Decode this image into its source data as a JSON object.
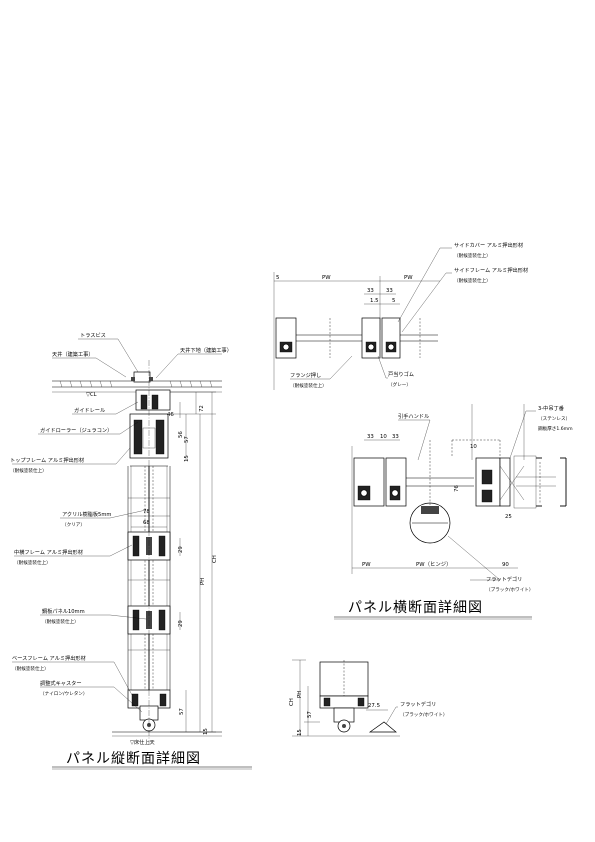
{
  "titles": {
    "vertical_section": "パネル縦断面詳細図",
    "horizontal_section": "パネル横断面詳細図"
  },
  "vertical": {
    "labels": {
      "truss": "トラスビス",
      "ceiling": "天井（建築工事）",
      "ceiling_lower": "天井下地（建築工事）",
      "guide_rail": "ガイドレール",
      "guide_roller": "ガイドローラー（ジュラコン）",
      "top_frame": "トップフレーム アルミ押出形材",
      "top_frame_finish": "（耐候塗装仕上）",
      "acrylic": "アクリル樹脂板5mm",
      "acrylic_finish": "（クリア）",
      "mid_frame": "中横フレーム アルミ押出形材",
      "mid_frame_finish": "（耐候塗装仕上）",
      "steel_panel": "鋼板パネル10mm",
      "steel_panel_finish": "（耐候塗装仕上）",
      "base_frame": "ベースフレーム アルミ押出形材",
      "base_frame_finish": "（耐候塗装仕上）",
      "caster": "調整式キャスター",
      "caster_finish": "（ナイロン/ウレタン）",
      "floor": "▽床仕上天",
      "ceiling_line": "▽CL"
    },
    "dims": {
      "d46": "46",
      "d72": "72",
      "d57_top": "57",
      "d15_top": "15",
      "d78": "78",
      "d68": "68",
      "d29_a": "29",
      "d29_b": "29",
      "d57_bot": "57",
      "d15_bot": "15",
      "ph": "PH",
      "ch": "CH",
      "d_small": "56"
    }
  },
  "plan_top": {
    "labels": {
      "side_cover": "サイドカバー アルミ押出形材",
      "side_cover_finish": "（耐候塗装仕上）",
      "side_frame": "サイドフレーム アルミ押出形材",
      "side_frame_finish": "（耐候塗装仕上）",
      "flange": "フランジ押し",
      "flange_finish": "（耐候塗装仕上）",
      "gasket": "戸当りゴム",
      "gasket_finish": "（グレー）"
    },
    "dims": {
      "d5": "5",
      "pw_left": "PW",
      "pw_right": "PW",
      "d33_a": "33",
      "d33_b": "33",
      "d15": "1.5",
      "d5b": "5"
    }
  },
  "plan_mid": {
    "labels": {
      "handle": "引手ハンドル",
      "hinge": "3-中吊丁番",
      "hinge_finish": "（ステンレス）",
      "hinge_plate": "鋼板厚さ1.6mm",
      "flat_bar": "フラットデゴリ",
      "flat_bar_finish": "（ブラック/ホワイト）"
    },
    "dims": {
      "d33": "33",
      "d10": "10",
      "d33b": "33",
      "d76": "76",
      "d25": "25",
      "pw": "PW",
      "pw_hinge": "PW（ヒンジ）",
      "d90": "90",
      "d10b": "10"
    }
  },
  "detail": {
    "labels": {
      "flat_bar": "フラットデゴリ",
      "flat_bar_finish": "（ブラック/ホワイト）"
    },
    "dims": {
      "ch": "CH",
      "ph": "PH",
      "d57": "57",
      "d15": "15",
      "d275": "27.5"
    }
  }
}
